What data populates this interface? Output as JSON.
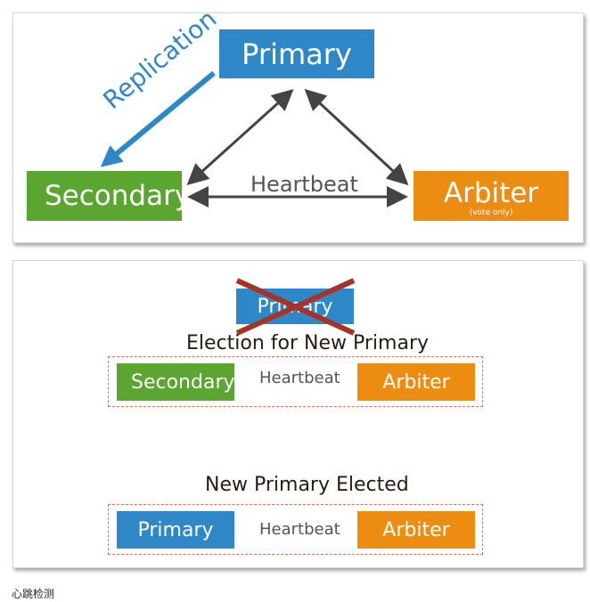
{
  "top": {
    "primary": "Primary",
    "secondary": "Secondary",
    "arbiter": "Arbiter",
    "arbiter_note": "(vote only)",
    "replication": "Replication",
    "heartbeat": "Heartbeat"
  },
  "bottom": {
    "failed_primary": "Primary",
    "election_title": "Election for New Primary",
    "secondary": "Secondary",
    "arbiter": "Arbiter",
    "heartbeat": "Heartbeat",
    "elected_title": "New Primary Elected",
    "new_primary": "Primary",
    "arbiter2": "Arbiter",
    "heartbeat2": "Heartbeat"
  },
  "caption": "心跳检测",
  "colors": {
    "primary": "#2e88c8",
    "secondary": "#5aa630",
    "arbiter": "#ec8c10",
    "failed_cross": "#a83228"
  }
}
